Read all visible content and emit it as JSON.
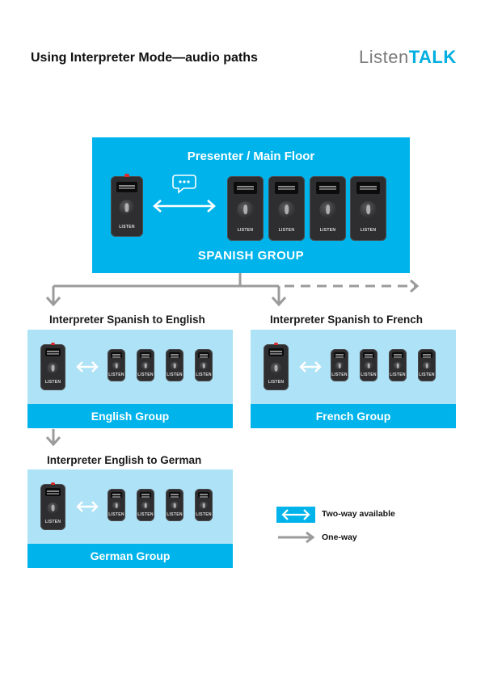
{
  "header": {
    "title": "Using Interpreter Mode—audio paths",
    "brand_part1": "Listen",
    "brand_part2": "TALK"
  },
  "main_floor": {
    "title": "Presenter / Main Floor",
    "footer": "SPANISH GROUP"
  },
  "groups": [
    {
      "label": "Interpreter Spanish to English",
      "band": "English Group"
    },
    {
      "label": "Interpreter Spanish to French",
      "band": "French Group"
    },
    {
      "label": "Interpreter English to German",
      "band": "German Group"
    }
  ],
  "legend": {
    "two_way": "Two-way available",
    "one_way": "One-way"
  },
  "device_label": "LISTEN",
  "colors": {
    "accent": "#00b4eb",
    "panel": "#aee2f6",
    "arrow_gray": "#9b9b9b",
    "brand_gray": "#7a7a7a"
  }
}
